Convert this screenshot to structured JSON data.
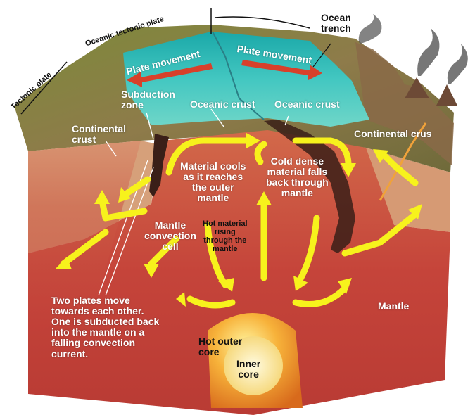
{
  "labels": {
    "tectonic_plate": "Tectonic plate",
    "oceanic_tectonic_plate": "Oceanic tectonic plate",
    "ocean_trench": "Ocean\ntrench",
    "plate_movement_left": "Plate movement",
    "plate_movement_right": "Plate movement",
    "subduction_zone": "Subduction\nzone",
    "oceanic_crust_left": "Oceanic crust",
    "oceanic_crust_right": "Oceanic crust",
    "continental_crust_left": "Continental\ncrust",
    "continental_crust_right": "Continental crus",
    "material_cools": "Material cools\nas it reaches\nthe outer\nmantle",
    "cold_dense": "Cold dense\nmaterial falls\nback through\nmantle",
    "hot_material_rising": "Hot material\nrising\nthrough the\nmantle",
    "mantle_convection_cell": "Mantle\nconvection\ncell",
    "two_plates_note": "Two plates move\ntowards each other.\nOne is subducted back\ninto the mantle on a\nfalling convection\ncurrent.",
    "mantle": "Mantle",
    "hot_outer_core": "Hot outer\ncore",
    "inner_core": "Inner\ncore"
  },
  "colors": {
    "arrow_yellow": "#f7f21c",
    "arrow_red": "#d8402a",
    "ocean": "#35c0bd",
    "mantle": "#c8443a"
  }
}
